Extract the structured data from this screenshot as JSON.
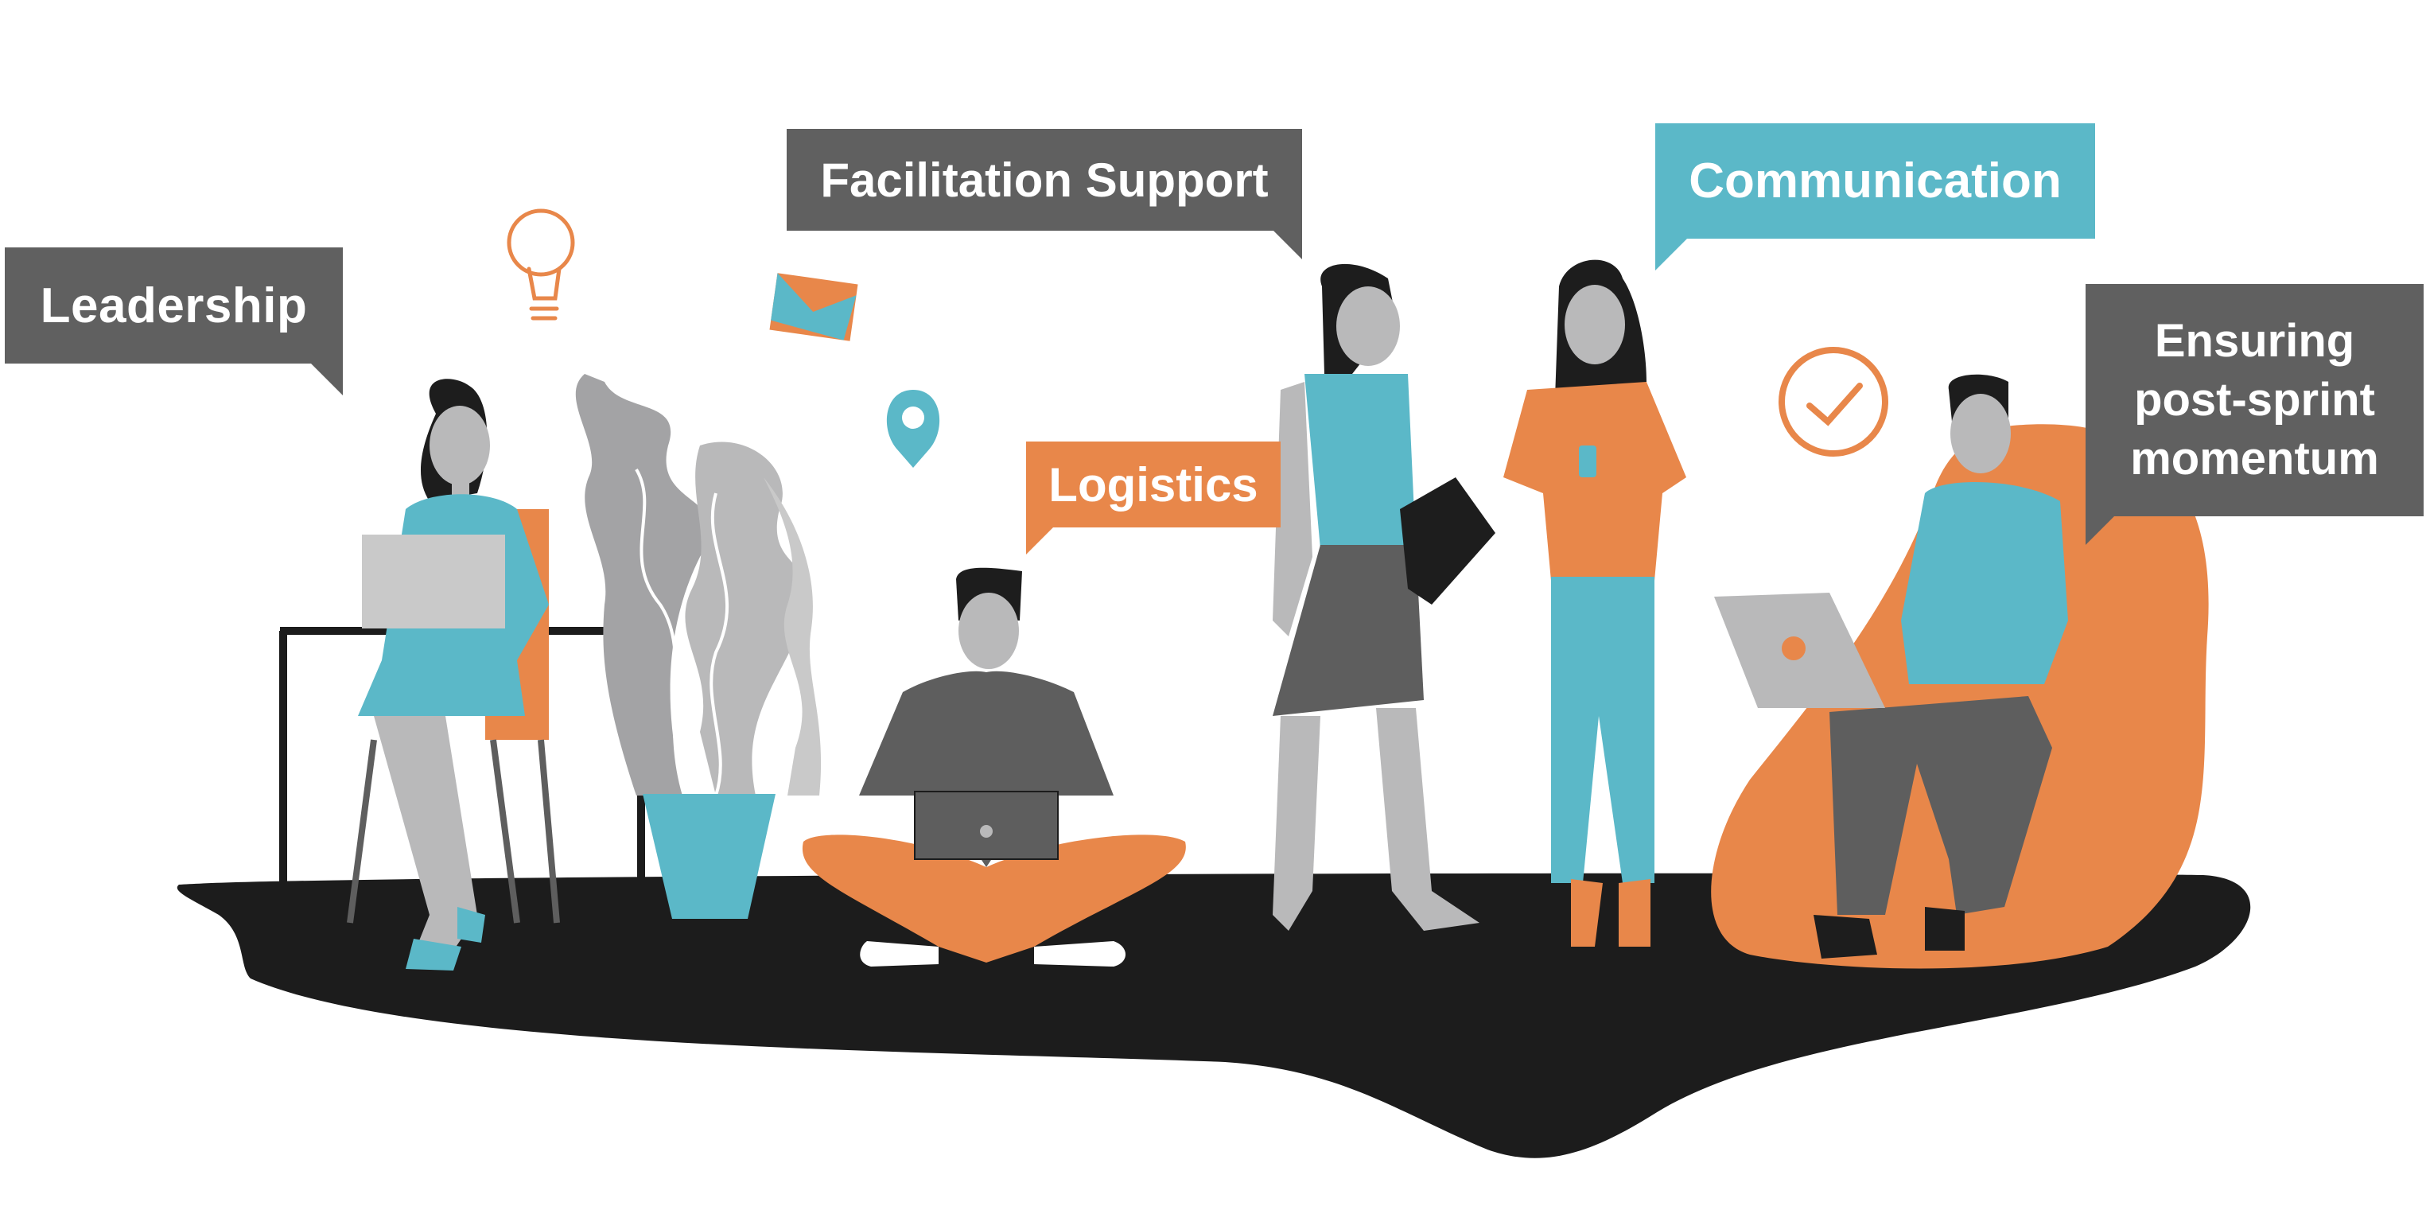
{
  "labels": {
    "leadership": "Leadership",
    "facilitation_support": "Facilitation Support",
    "communication": "Communication",
    "logistics": "Logistics",
    "ensuring_momentum": [
      "Ensuring",
      "post-sprint",
      "momentum"
    ]
  },
  "colors": {
    "gray_bubble": "#606060",
    "teal": "#5bb8c8",
    "orange": "#e8874a",
    "floor": "#1c1c1c",
    "skin_gray": "#b9b9ba",
    "dark_gray": "#5e5e5e",
    "hair": "#1d1d1d"
  },
  "icons": [
    "lightbulb-icon",
    "envelope-icon",
    "location-pin-icon",
    "checkmark-circle-icon"
  ]
}
